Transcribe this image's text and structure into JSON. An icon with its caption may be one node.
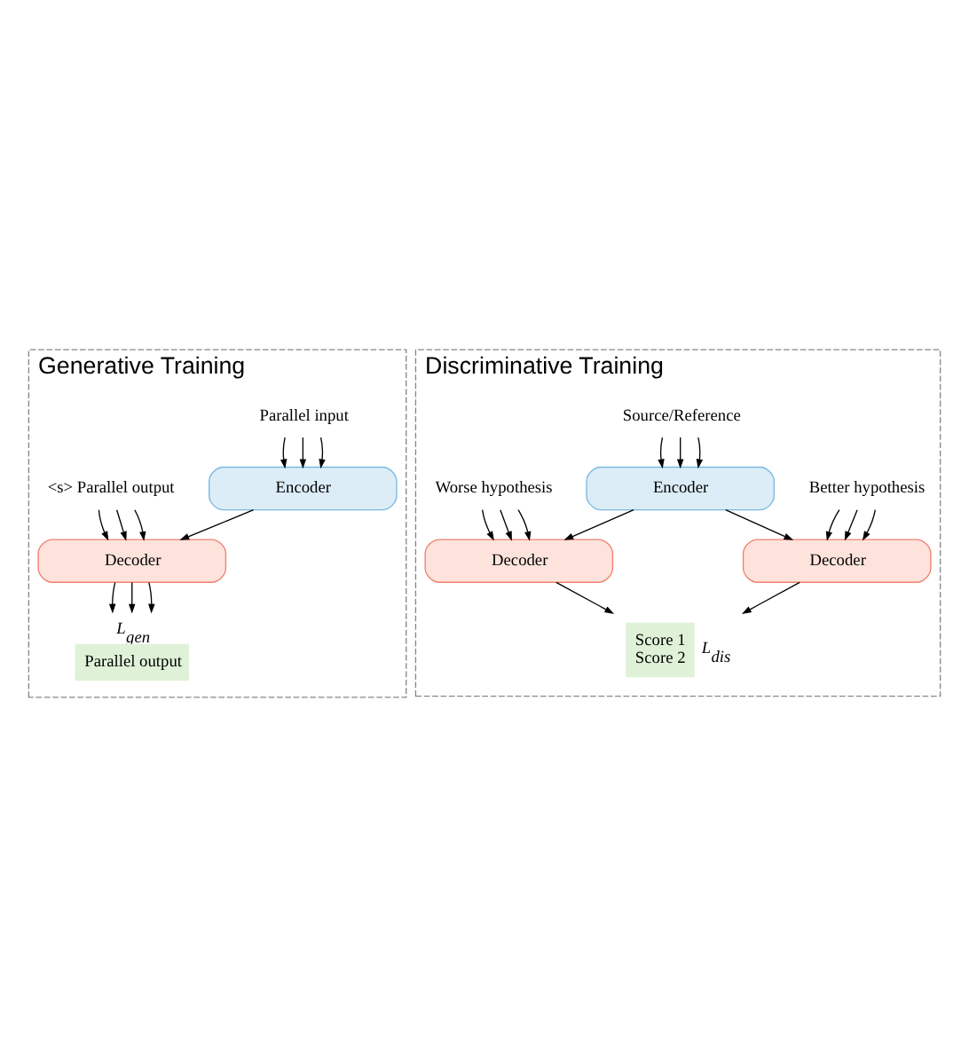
{
  "diagram": {
    "nodes": [
      {
        "text": [
          "Generative Training"
        ]
      },
      {
        "text": [
          "Parallel output"
        ],
        "in": 0,
        "beside": [
          "L$_{gen}$"
        ]
      },
      {
        "text": [
          "Encoder"
        ],
        "in": 0
      },
      {
        "text": [
          "Decoder"
        ],
        "in": 0
      },
      {
        "text": [
          "Parallel input"
        ],
        "in": 0
      },
      {
        "text": [
          "<s> Parallel output"
        ],
        "in": 0
      },
      {
        "text": [
          "Discriminative Training"
        ]
      },
      {
        "text": [
          "Better hypothesis"
        ],
        "in": 6
      },
      {
        "text": [
          "Decoder"
        ],
        "in": 6
      },
      {
        "text": [
          "Score 1",
          "Score 2"
        ],
        "in": 6,
        "beside": [
          "L$_{dis}$"
        ]
      },
      {
        "text": [
          "Encoder"
        ],
        "in": 6
      },
      {
        "text": [
          "Source/Reference"
        ],
        "in": 6
      },
      {
        "text": [
          "Decoder"
        ],
        "in": 6
      },
      {
        "text": [
          "Worse hypothesis"
        ],
        "in": 6
      }
    ],
    "edges": [
      {
        "from": 2,
        "to": 3,
        "arrow": "to"
      },
      {
        "from": 4,
        "to": 2,
        "arrow": "to"
      },
      {
        "from": 4,
        "to": 2,
        "arrow": "to"
      },
      {
        "from": 4,
        "to": 2,
        "arrow": "to"
      },
      {
        "from": 3,
        "to": 1,
        "arrow": "to"
      },
      {
        "from": 3,
        "to": 1,
        "arrow": "to"
      },
      {
        "from": 3,
        "to": 1,
        "arrow": "to"
      },
      {
        "from": 5,
        "to": 3,
        "arrow": "to"
      },
      {
        "from": 5,
        "to": 3,
        "arrow": "to"
      },
      {
        "from": 5,
        "to": 3,
        "arrow": "to"
      },
      {
        "from": 7,
        "to": 8,
        "arrow": "to"
      },
      {
        "from": 7,
        "to": 8,
        "arrow": "to"
      },
      {
        "from": 7,
        "to": 8,
        "arrow": "to"
      },
      {
        "from": 8,
        "to": 9,
        "arrow": "to"
      },
      {
        "from": 12,
        "to": 9,
        "arrow": "to"
      },
      {
        "from": 10,
        "to": 8,
        "arrow": "to"
      },
      {
        "from": 10,
        "to": 12,
        "arrow": "to"
      },
      {
        "from": 11,
        "to": 10,
        "arrow": "to"
      },
      {
        "from": 11,
        "to": 10,
        "arrow": "to"
      },
      {
        "from": 11,
        "to": 10,
        "arrow": "to"
      },
      {
        "from": 13,
        "to": 12,
        "arrow": "to"
      },
      {
        "from": 13,
        "to": 12,
        "arrow": "to"
      },
      {
        "from": 13,
        "to": 12,
        "arrow": "to"
      }
    ]
  }
}
